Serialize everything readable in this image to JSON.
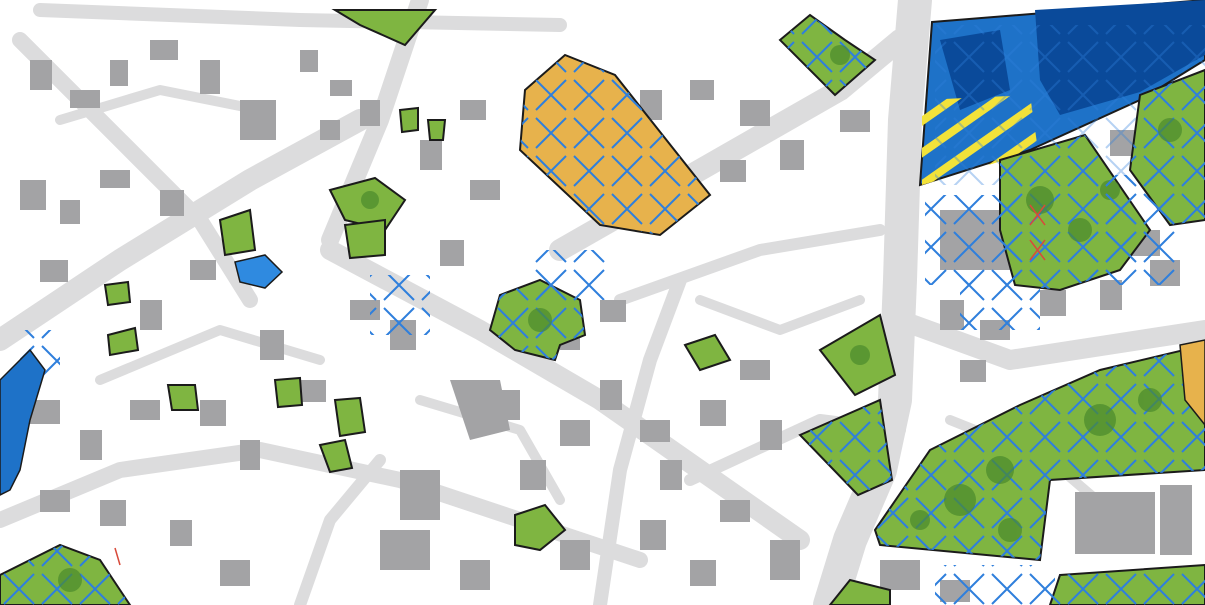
{
  "map": {
    "type": "cadastral-zoning-map",
    "legend_visible": false,
    "text_labels_visible": false,
    "colors": {
      "background": "#ffffff",
      "road": "#d9d9da",
      "building": "#9e9ea0",
      "green_zone": "#7fb541",
      "green_dark": "#4a8a2c",
      "orange_zone": "#e7b24c",
      "blue_zone": "#1e72c8",
      "blue_dark": "#0a4a9a",
      "blue_hatch": "#2f7fdc",
      "yellow_stripe": "#f2e23a",
      "outline": "#1b1b1b"
    },
    "zones": [
      {
        "id": "orange-parcel",
        "category": "orange",
        "hatched": true
      },
      {
        "id": "blue-industrial-block",
        "category": "blue",
        "striped": true
      },
      {
        "id": "green-park-east",
        "category": "green",
        "hatched": true
      },
      {
        "id": "green-park-southwest",
        "category": "green",
        "hatched": true
      },
      {
        "id": "green-lot-center",
        "category": "green",
        "hatched": true
      },
      {
        "id": "blue-pond-west",
        "category": "blue",
        "hatched": false
      }
    ]
  }
}
